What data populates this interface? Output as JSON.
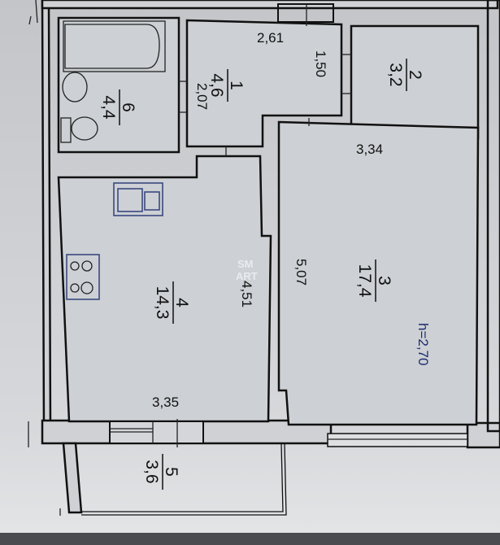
{
  "rooms": [
    {
      "number": "1",
      "area": "4,6"
    },
    {
      "number": "2",
      "area": "3,2"
    },
    {
      "number": "3",
      "area": "17,4"
    },
    {
      "number": "4",
      "area": "14,3"
    },
    {
      "number": "5",
      "area": "3,6"
    },
    {
      "number": "6",
      "area": "4,4"
    }
  ],
  "dimensions": {
    "hall_width": "2,61",
    "hall_length": "2,07",
    "hall_side": "1,50",
    "room3_width": "3,34",
    "room3_length": "5,07",
    "kitchen_length": "4,51",
    "kitchen_width": "3,35",
    "ceiling_height": "h=2,70"
  },
  "watermark": {
    "line1": "SM",
    "line2": "ART"
  },
  "colors": {
    "paper": "#c9cbcf",
    "lines": "#111111",
    "fixtures": "#3a4a80",
    "ceiling_text": "#1c2a6e"
  }
}
